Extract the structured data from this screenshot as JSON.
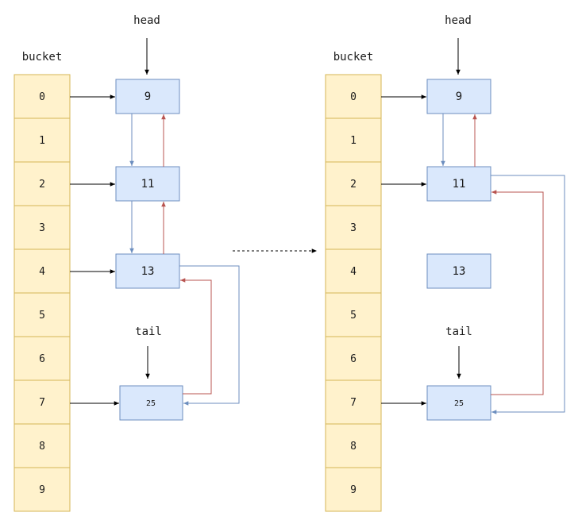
{
  "left_panel": {
    "head_label": "head",
    "bucket_label": "bucket",
    "tail_label": "tail",
    "buckets": [
      "0",
      "1",
      "2",
      "3",
      "4",
      "5",
      "6",
      "7",
      "8",
      "9"
    ],
    "nodes": {
      "n9": "9",
      "n11": "11",
      "n13": "13",
      "n25": "25"
    }
  },
  "right_panel": {
    "head_label": "head",
    "bucket_label": "bucket",
    "tail_label": "tail",
    "buckets": [
      "0",
      "1",
      "2",
      "3",
      "4",
      "5",
      "6",
      "7",
      "8",
      "9"
    ],
    "nodes": {
      "n9": "9",
      "n11": "11",
      "n13": "13",
      "n25": "25"
    }
  },
  "colors": {
    "bucket_fill": "#fff2cc",
    "bucket_stroke": "#d6b656",
    "node_fill": "#dae8fc",
    "node_stroke": "#6c8ebf",
    "next_arrow": "#6c8ebf",
    "prev_arrow": "#b85450"
  }
}
